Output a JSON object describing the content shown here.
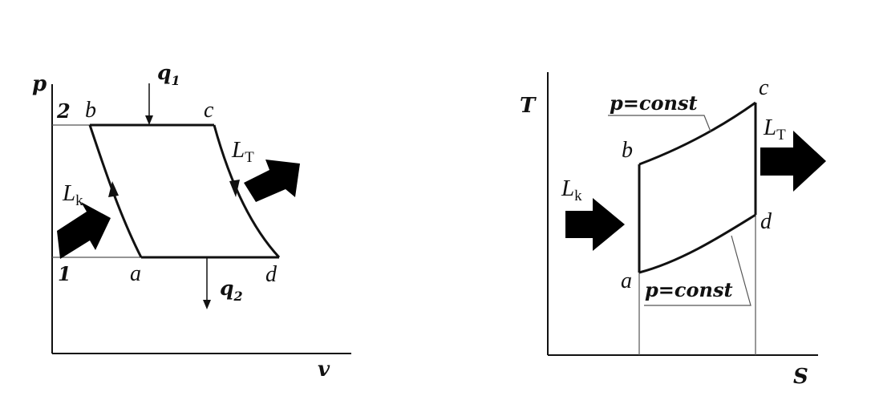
{
  "pv_diagram": {
    "axis_y_label": "p",
    "axis_x_label": "v",
    "pressure_high_label": "2",
    "pressure_low_label": "1",
    "point_a": "a",
    "point_b": "b",
    "point_c": "c",
    "point_d": "d",
    "heat_in": {
      "symbol": "q",
      "subscript": "1"
    },
    "heat_out": {
      "symbol": "q",
      "subscript": "2"
    },
    "compressor_work": {
      "symbol": "L",
      "subscript": "k"
    },
    "turbine_work": {
      "symbol": "L",
      "subscript": "T"
    }
  },
  "ts_diagram": {
    "axis_y_label": "T",
    "axis_x_label": "S",
    "point_a": "a",
    "point_b": "b",
    "point_c": "c",
    "point_d": "d",
    "isobar_upper_label": "p=const",
    "isobar_lower_label": "p=const",
    "compressor_work": {
      "symbol": "L",
      "subscript": "k"
    },
    "turbine_work": {
      "symbol": "L",
      "subscript": "T"
    }
  },
  "colors": {
    "line": "#111111",
    "arrow_fill": "#000000",
    "guide_line": "#555555",
    "background": "#ffffff"
  }
}
